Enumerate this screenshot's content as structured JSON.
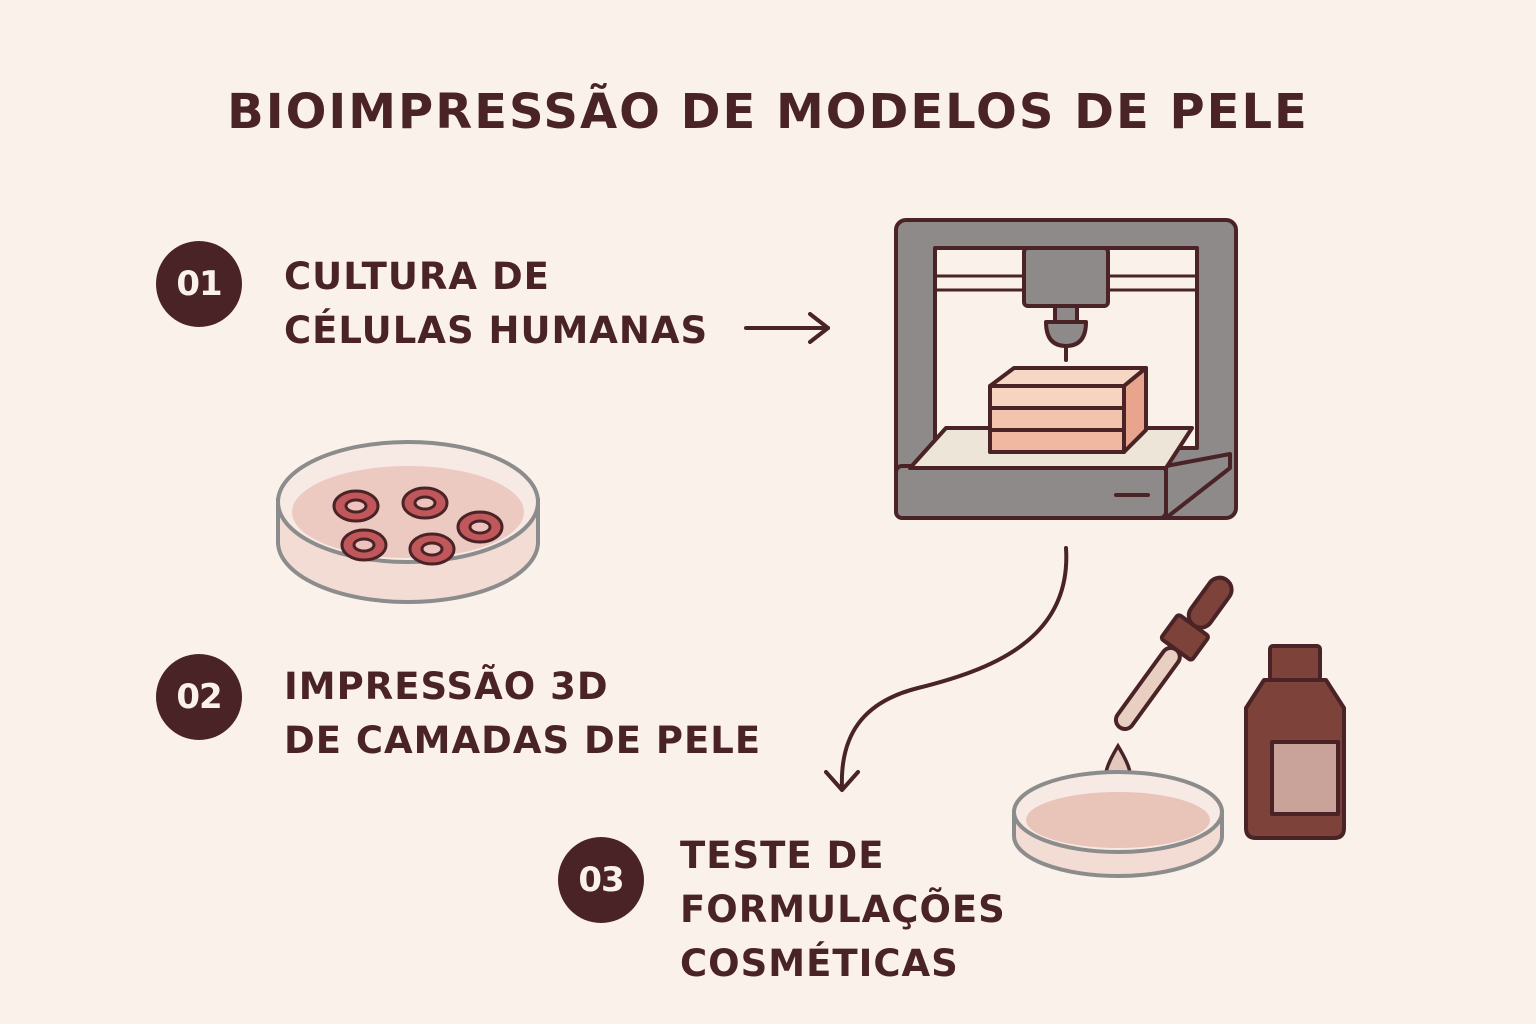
{
  "title": "BIOIMPRESSÃO DE MODELOS DE PELE",
  "steps": [
    {
      "number": "01",
      "lines": [
        "CULTURA DE",
        "CÉLULAS HUMANAS"
      ]
    },
    {
      "number": "02",
      "lines": [
        "IMPRESSÃO 3D",
        "DE CAMADAS DE PELE"
      ]
    },
    {
      "number": "03",
      "lines": [
        "TESTE DE",
        "FORMULAÇÕES",
        "COSMÉTICAS"
      ]
    }
  ],
  "colors": {
    "primary": "#4a2327",
    "background": "#f9f1ea",
    "printer_frame": "#8d8a89",
    "tissue": "#f2c4ad",
    "bottle": "#7d4239"
  },
  "icons": {
    "petri_dish_cells": "petri-dish-cells-icon",
    "printer": "bioprinter-icon",
    "dropper": "dropper-icon",
    "bottle": "bottle-icon",
    "petri_dish_test": "petri-dish-test-icon"
  }
}
